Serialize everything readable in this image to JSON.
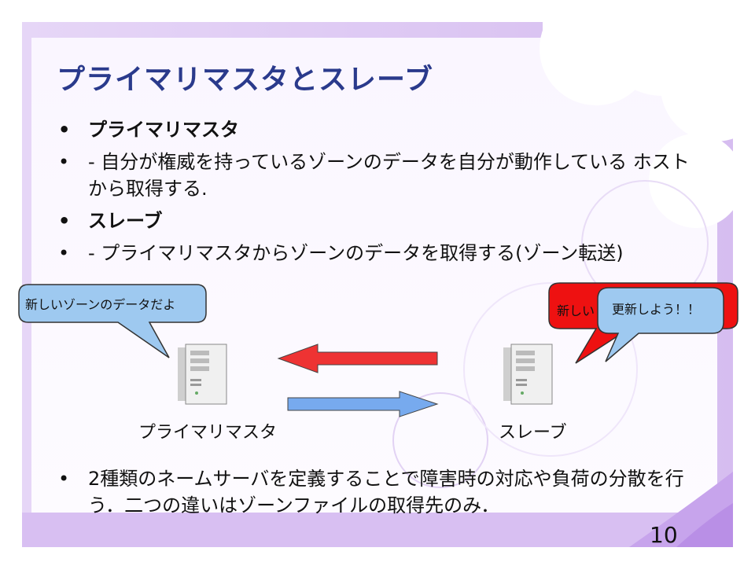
{
  "slide": {
    "title": "プライマリマスタとスレーブ",
    "bullets": [
      {
        "text": "プライマリマスタ",
        "style": "red"
      },
      {
        "text": "-  自分が権威を持っているゾーンのデータを自分が動作している ホストから取得する.",
        "style": "normal"
      },
      {
        "text": "スレーブ",
        "style": "red"
      },
      {
        "text": "-  プライマリマスタからゾーンのデータを取得する(ゾーン転送)",
        "style": "normal"
      }
    ],
    "diagram": {
      "left_bubble": "新しいゾーンのデータだよ",
      "right_bubble_back": "新しい",
      "right_bubble_front": "更新しよう！！",
      "left_server_label": "プライマリマスタ",
      "right_server_label": "スレーブ",
      "colors": {
        "red_arrow": "#ee3333",
        "blue_arrow": "#77aaee",
        "bubble_blue": "#9ec9f0",
        "bubble_red": "#ee1111"
      }
    },
    "bottom_bullet": "2種類のネームサーバを定義することで障害時の対応や負荷の分散を行う．二つの違いはゾーンファイルの取得先のみ．",
    "page_number": "10",
    "theme_colors": {
      "title": "#2a3a8c",
      "accent_purple": "#c9a8e8"
    }
  }
}
